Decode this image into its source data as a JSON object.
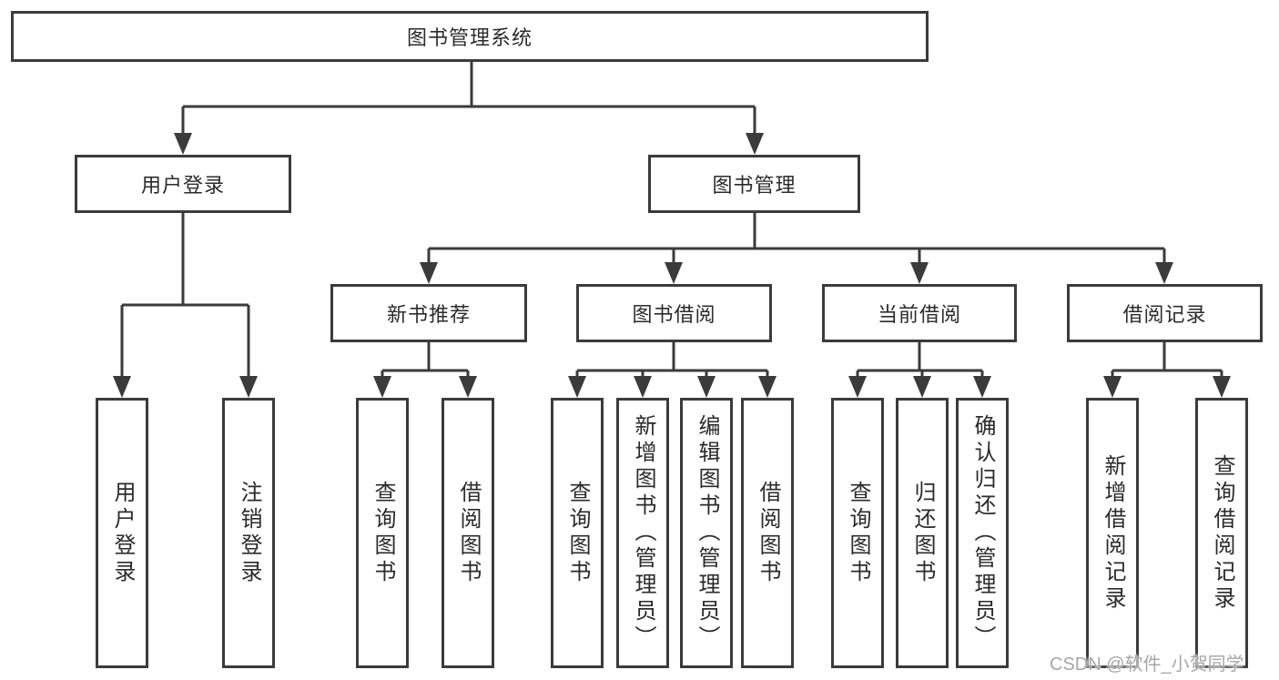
{
  "diagram": {
    "root": "图书管理系统",
    "user_login_branch": {
      "label": "用户登录",
      "children": [
        "用户登录",
        "注销登录"
      ]
    },
    "book_mgmt_branch": {
      "label": "图书管理",
      "sections": [
        {
          "label": "新书推荐",
          "children": [
            "查询图书",
            "借阅图书"
          ]
        },
        {
          "label": "图书借阅",
          "children": [
            "查询图书",
            "新增图书（管理员）",
            "编辑图书（管理员）",
            "借阅图书"
          ]
        },
        {
          "label": "当前借阅",
          "children": [
            "查询图书",
            "归还图书",
            "确认归还（管理员）"
          ]
        },
        {
          "label": "借阅记录",
          "children": [
            "新增借阅记录",
            "查询借阅记录"
          ]
        }
      ]
    }
  },
  "watermark": "CSDN @软件_小贺同学",
  "style": {
    "line_color": "#3b3b3b",
    "text_color": "#2b2b2b",
    "watermark_color": "#a6a6a6"
  }
}
